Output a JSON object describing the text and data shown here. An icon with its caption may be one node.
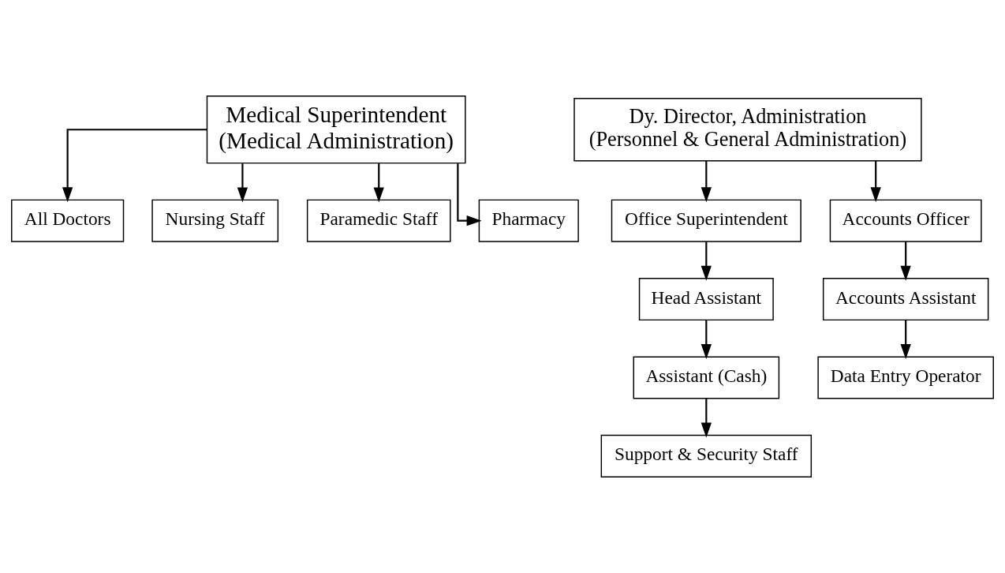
{
  "diagram": {
    "nodes": [
      {
        "text": [
          "Medical Superintendent",
          "(Medical Administration)"
        ]
      },
      {
        "text": [
          "Dy. Director, Administration",
          "(Personnel & General Administration)"
        ]
      },
      {
        "text": [
          "All Doctors"
        ]
      },
      {
        "text": [
          "Nursing Staff"
        ]
      },
      {
        "text": [
          "Paramedic Staff"
        ]
      },
      {
        "text": [
          "Pharmacy"
        ]
      },
      {
        "text": [
          "Office Superintendent"
        ]
      },
      {
        "text": [
          "Accounts Officer"
        ]
      },
      {
        "text": [
          "Head Assistant"
        ]
      },
      {
        "text": [
          "Accounts Assistant"
        ]
      },
      {
        "text": [
          "Assistant (Cash)"
        ]
      },
      {
        "text": [
          "Data Entry Operator"
        ]
      },
      {
        "text": [
          "Support & Security Staff"
        ]
      }
    ],
    "edges": [
      {
        "from": 0,
        "to": 2,
        "arrow": "to"
      },
      {
        "from": 0,
        "to": 3,
        "arrow": "to"
      },
      {
        "from": 0,
        "to": 4,
        "arrow": "to"
      },
      {
        "from": 0,
        "to": 5,
        "arrow": "to"
      },
      {
        "from": 1,
        "to": 6,
        "arrow": "to"
      },
      {
        "from": 1,
        "to": 7,
        "arrow": "to"
      },
      {
        "from": 6,
        "to": 8,
        "arrow": "to"
      },
      {
        "from": 8,
        "to": 10,
        "arrow": "to"
      },
      {
        "from": 10,
        "to": 12,
        "arrow": "to"
      },
      {
        "from": 7,
        "to": 9,
        "arrow": "to"
      },
      {
        "from": 9,
        "to": 11,
        "arrow": "to"
      }
    ]
  }
}
